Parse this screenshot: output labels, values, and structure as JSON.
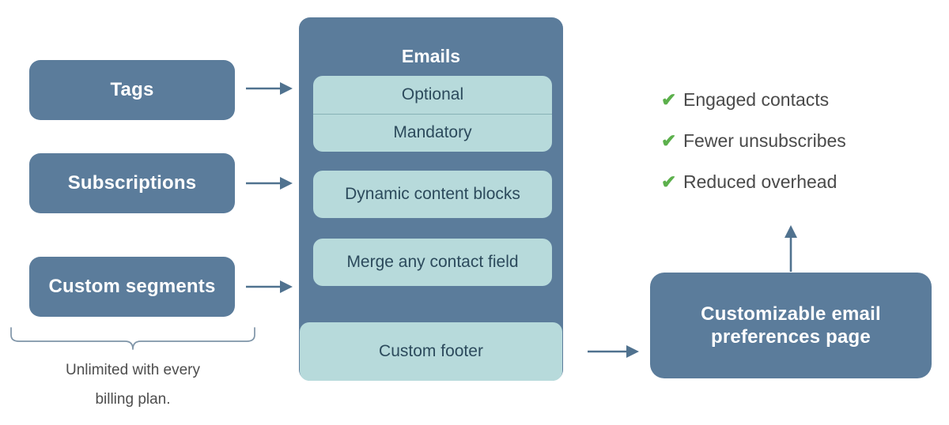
{
  "colors": {
    "blue": "#5b7c9b",
    "teal": "#b7dadb",
    "teal_divider": "#88b2b7",
    "dark_text": "#2c4a5c",
    "gray_text": "#4a4a4a",
    "green_check": "#5cb04c",
    "arrow": "#50728f",
    "background": "#ffffff"
  },
  "inputs": {
    "items": [
      {
        "label": "Tags"
      },
      {
        "label": "Subscriptions"
      },
      {
        "label": "Custom segments"
      }
    ],
    "caption_line1": "Unlimited with every",
    "caption_line2": "billing plan.",
    "brace_icon": "curly-brace-icon"
  },
  "emails_panel": {
    "title": "Emails",
    "footer_note_label": "Custom footer",
    "stacked_card": {
      "rows": [
        {
          "label": "Optional"
        },
        {
          "label": "Mandatory"
        }
      ]
    },
    "features": [
      {
        "label": "Dynamic content blocks"
      },
      {
        "label": "Merge any contact field"
      }
    ]
  },
  "benefits": {
    "check_icon": "check-icon",
    "items": [
      {
        "label": "Engaged contacts"
      },
      {
        "label": "Fewer unsubscribes"
      },
      {
        "label": "Reduced overhead"
      }
    ]
  },
  "cta": {
    "line1": "Customizable email",
    "line2": "preferences page"
  },
  "arrows": {
    "tags_to_emails": "arrow-right-icon",
    "subscriptions_to_emails": "arrow-right-icon",
    "segments_to_emails": "arrow-right-icon",
    "footer_to_cta": "arrow-right-icon",
    "cta_to_benefits": "arrow-up-icon"
  }
}
